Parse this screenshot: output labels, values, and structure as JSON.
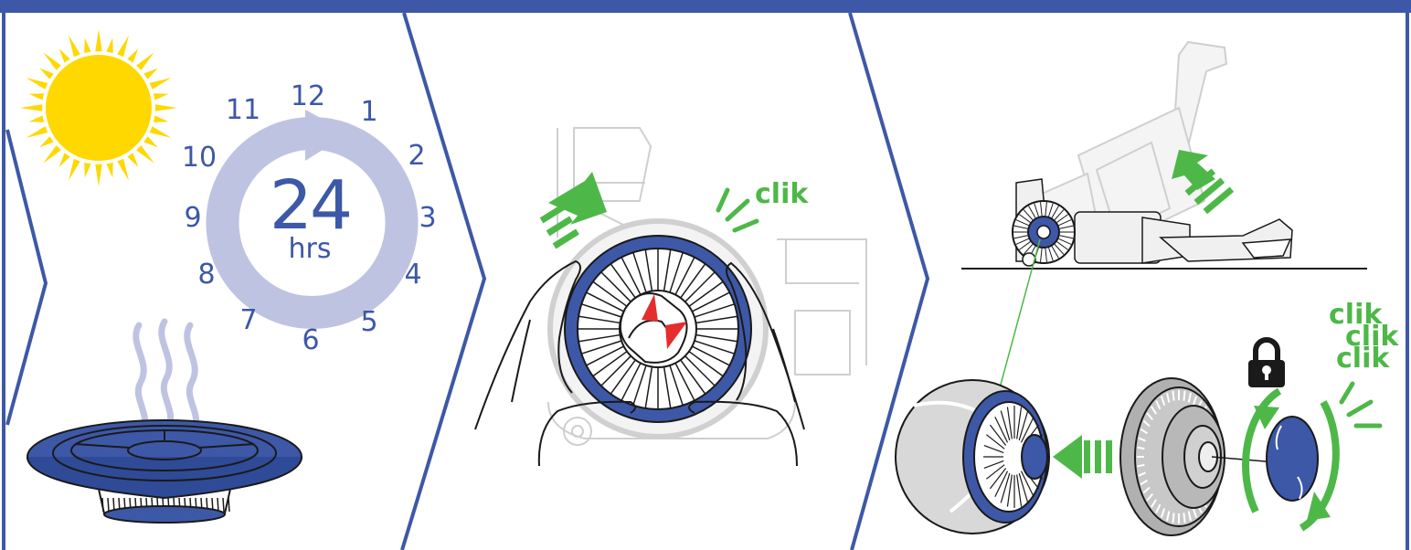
{
  "panel1": {
    "timer_value": "24",
    "timer_unit": "hrs",
    "clock_numbers": [
      "12",
      "1",
      "2",
      "3",
      "4",
      "5",
      "6",
      "7",
      "8",
      "9",
      "10",
      "11"
    ]
  },
  "panel2": {
    "sound_label": "clik"
  },
  "panel3": {
    "sound_labels": [
      "clik",
      "clik",
      "clik"
    ]
  },
  "colors": {
    "frame_blue": "#3d58a7",
    "light_purple": "#bfc3e2",
    "sun_yellow": "#ffd800",
    "action_green": "#4db848",
    "arrow_red": "#e52d2d",
    "machine_grey": "#cfcfcf"
  }
}
